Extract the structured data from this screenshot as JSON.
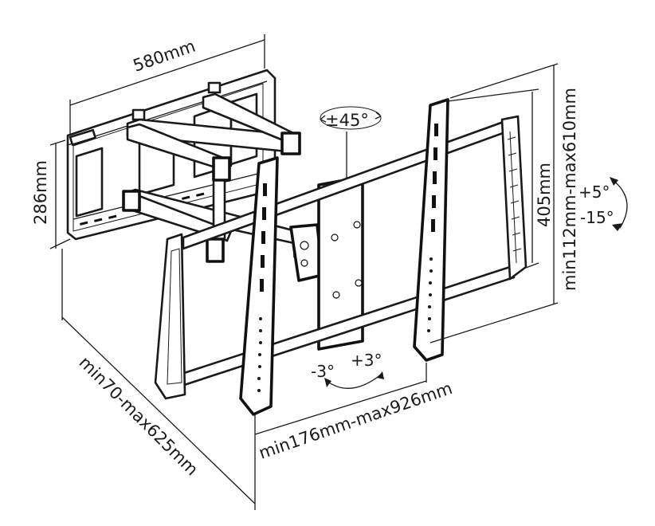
{
  "dimensions": {
    "plate_width": "580mm",
    "plate_height": "286mm",
    "vesa_height": "405mm",
    "vertical_range": "min112mm-max610mm",
    "extension_range": "min70-max625mm",
    "horizontal_range": "min176mm-max926mm"
  },
  "angles": {
    "swivel": "±45°",
    "tilt_up": "+5°",
    "tilt_down": "-15°",
    "level_minus": "-3°",
    "level_plus": "+3°"
  },
  "colors": {
    "stroke": "#1a1a1a",
    "background": "#ffffff"
  }
}
